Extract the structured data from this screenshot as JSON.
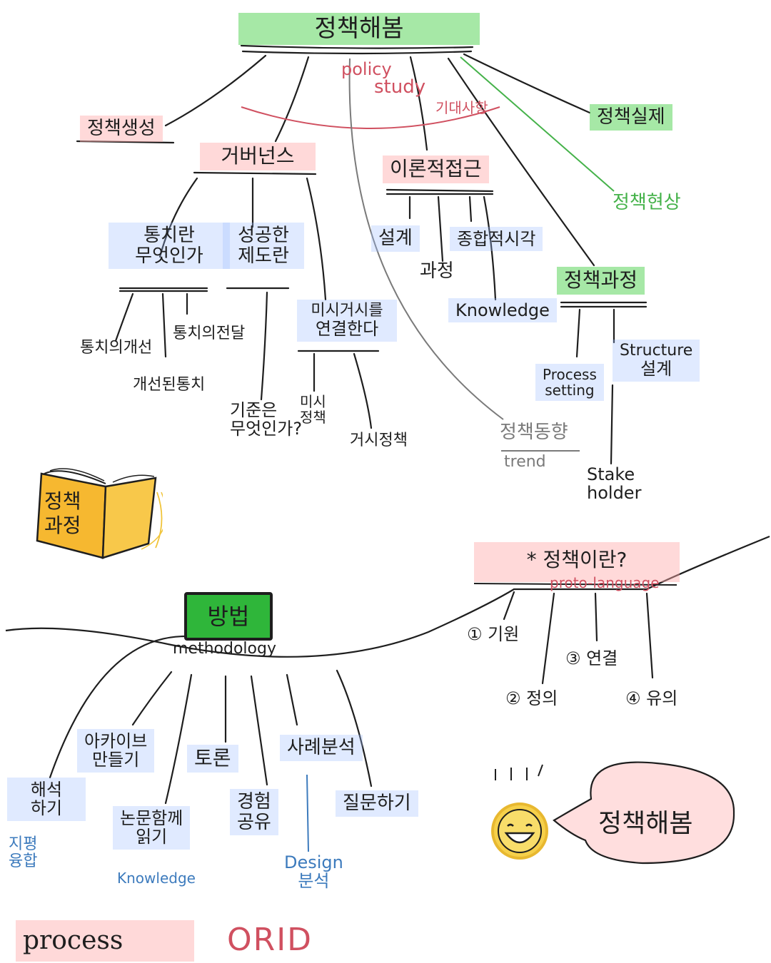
{
  "root": {
    "title": "정책해봄",
    "sub1": "policy",
    "sub2": "study",
    "expect": "기대사항"
  },
  "branches": {
    "creation": "정책생성",
    "practice": "정책실제",
    "phenomenon": "정책현상",
    "trend": {
      "title": "정책동향",
      "sub": "trend"
    },
    "governance": {
      "title": "거버넌스",
      "rule": {
        "title_l1": "통치란",
        "title_l2": "무엇인가",
        "children": [
          "통치의개선",
          "통치의전달",
          "개선된통치"
        ]
      },
      "institution": {
        "title_l1": "성공한",
        "title_l2": "제도란",
        "child_l1": "기준은",
        "child_l2": "무엇인가?"
      },
      "link": {
        "title_l1": "미시거시를",
        "title_l2": "연결한다",
        "micro_l1": "미시",
        "micro_l2": "정책",
        "macro": "거시정책"
      }
    },
    "theory": {
      "title": "이론적접근",
      "children": [
        "설계",
        "과정",
        "종합적시각",
        "Knowledge"
      ]
    },
    "process": {
      "title": "정책과정",
      "children": [
        "Process",
        "setting",
        "Structure",
        "설계",
        "Stake",
        "holder"
      ]
    }
  },
  "book": {
    "line1": "정책",
    "line2": "과정"
  },
  "method": {
    "title": "방법",
    "sub": "methodology",
    "items": {
      "interpret_l1": "해석",
      "interpret_l2": "하기",
      "interpret_note_l1": "지평",
      "interpret_note_l2": "융합",
      "archive_l1": "아카이브",
      "archive_l2": "만들기",
      "read_l1": "논문함께",
      "read_l2": "읽기",
      "read_note": "Knowledge",
      "debate": "토론",
      "share_l1": "경험",
      "share_l2": "공유",
      "case": "사례분석",
      "case_note_l1": "Design",
      "case_note_l2": "분석",
      "question": "질문하기"
    }
  },
  "policy_def": {
    "title": "* 정책이란?",
    "sub": "proto-language",
    "items": [
      "① 기원",
      "② 정의",
      "③ 연결",
      "④ 유의"
    ]
  },
  "bubble": {
    "text": "정책해봄"
  },
  "bottom": {
    "process": "process",
    "orid": "ORID"
  },
  "colors": {
    "green_highlight": "#5cd65c",
    "pink_highlight": "#ffaaaa",
    "blue_highlight": "#a0beff",
    "red_text": "#d05060",
    "blue_text": "#3d7bbd"
  }
}
